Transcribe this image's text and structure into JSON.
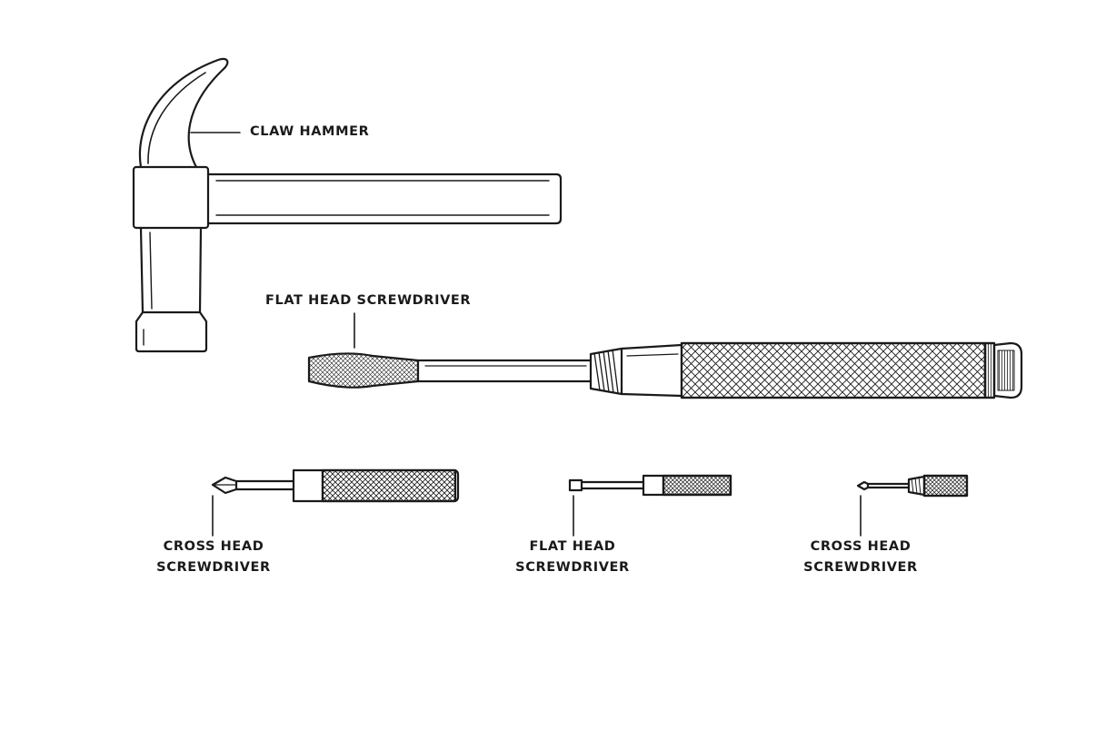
{
  "colors": {
    "ink": "#1a1a1a",
    "background": "#ffffff"
  },
  "labels": {
    "claw_hammer": "CLAW HAMMER",
    "flat_head_large": "FLAT HEAD SCREWDRIVER",
    "cross_head_medium": [
      "CROSS HEAD",
      "SCREWDRIVER"
    ],
    "flat_head_small": [
      "FLAT HEAD",
      "SCREWDRIVER"
    ],
    "cross_head_small": [
      "CROSS HEAD",
      "SCREWDRIVER"
    ]
  },
  "icons": [
    "claw-hammer-icon",
    "flat-head-screwdriver-icon",
    "cross-head-screwdriver-icon"
  ]
}
